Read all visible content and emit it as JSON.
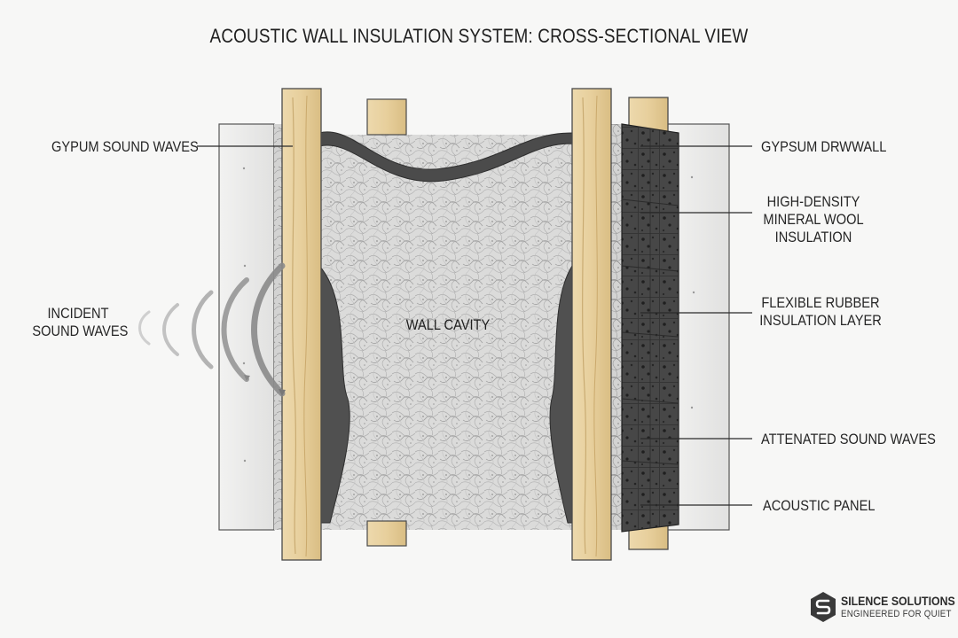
{
  "title": "ACOUSTIC WALL INSULATION SYSTEM: CROSS-SECTIONAL VIEW",
  "labels": {
    "left_top": "GYPUM SOUND WAVES",
    "incident": [
      "INCIDENT",
      "SOUND WAVES"
    ],
    "cavity": "WALL CAVITY",
    "right_drywall": "GYPSUM DRWWALL",
    "right_mineral": [
      "HIGH-DENSITY",
      "MINERAL WOOL",
      "INSULATION"
    ],
    "right_rubber": [
      "FLEXIBLE RUBBER",
      "INSULATION LAYER"
    ],
    "right_attenuated": "ATTENATED SOUND WAVES",
    "right_panel": "ACOUSTIC PANEL"
  },
  "brand": {
    "name": "SILENCE SOLUTIONS",
    "tagline": "ENGINEERED FOR QUIET"
  },
  "colors": {
    "drywall": "#e9e9e8",
    "stud": "#e6cf9f",
    "stud_grain": "#c9ab72",
    "wool": "#cfcfcf",
    "rubber": "#4a4a4a",
    "panel": "#3f3f3f",
    "leader": "#2a2a2a"
  }
}
